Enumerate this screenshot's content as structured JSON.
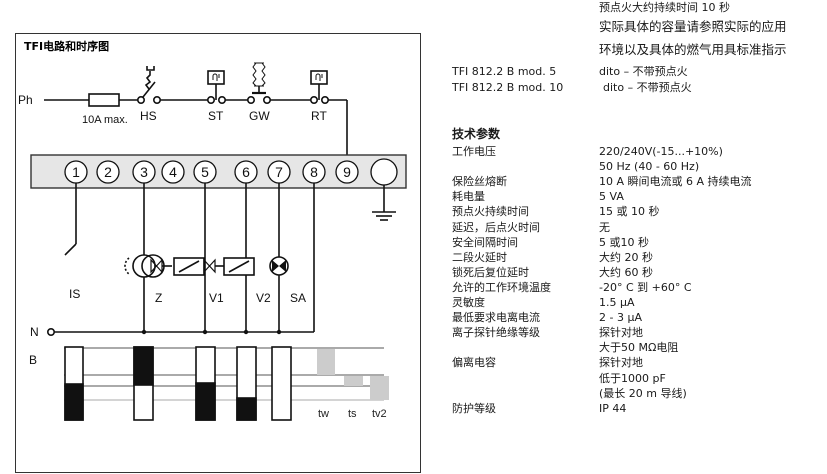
{
  "diagram": {
    "title": "TFI电路和时序图",
    "labels": {
      "ph": "Ph",
      "fuse": "10A max.",
      "hs": "HS",
      "st": "ST",
      "gw": "GW",
      "rt": "RT",
      "n": "N",
      "is": "IS",
      "z": "Z",
      "v1": "V1",
      "v2": "V2",
      "sa": "SA",
      "b": "B"
    },
    "terminals": [
      "1",
      "2",
      "3",
      "4",
      "5",
      "6",
      "7",
      "8",
      "9"
    ],
    "timing_labels": [
      "tw",
      "ts",
      "tv2"
    ],
    "colors": {
      "timing_gray": "#cccccc",
      "strip_fill": "#e6e6e6"
    }
  },
  "intro_lines": [
    "预点火大约持续时间 10 秒",
    "实际具体的容量请参照实际的应用",
    "环境以及具体的燃气用具标准指示"
  ],
  "models": [
    {
      "name": "TFI 812.2 B mod. 5",
      "desc": "dito – 不带预点火"
    },
    {
      "name": "TFI 812.2 B mod. 10",
      "desc": "dito – 不带预点火"
    }
  ],
  "specs": {
    "title": "技术参数",
    "rows": [
      {
        "key": "工作电压",
        "value": "220/240V(-15...+10%)"
      },
      {
        "key": "",
        "value": "50 Hz (40 - 60 Hz)"
      },
      {
        "key": "保险丝熔断",
        "value": "10 A 瞬间电流或 6 A 持续电流"
      },
      {
        "key": "耗电量",
        "value": "5 VA"
      },
      {
        "key": "预点火持续时间",
        "value": "15 或 10 秒"
      },
      {
        "key": "延迟，后点火时间",
        "value": "无"
      },
      {
        "key": "安全间隔时间",
        "value": "5 或10 秒"
      },
      {
        "key": "二段火延时",
        "value": "大约 20 秒"
      },
      {
        "key": "锁死后复位延时",
        "value": "大约 60 秒"
      },
      {
        "key": "允许的工作环境温度",
        "value": "-20° C 到 +60° C"
      },
      {
        "key": "灵敏度",
        "value": "1.5 µA"
      },
      {
        "key": "最低要求电离电流",
        "value": "2 - 3 µA"
      },
      {
        "key": "离子探针绝缘等级",
        "value": "探针对地"
      },
      {
        "key": "",
        "value": "大于50 MΩ电阻"
      },
      {
        "key": "偏离电容",
        "value": "探针对地"
      },
      {
        "key": "",
        "value": "低于1000 pF"
      },
      {
        "key": "",
        "value": "(最长 20 m 导线)"
      },
      {
        "key": "防护等级",
        "value": "IP 44"
      }
    ]
  }
}
